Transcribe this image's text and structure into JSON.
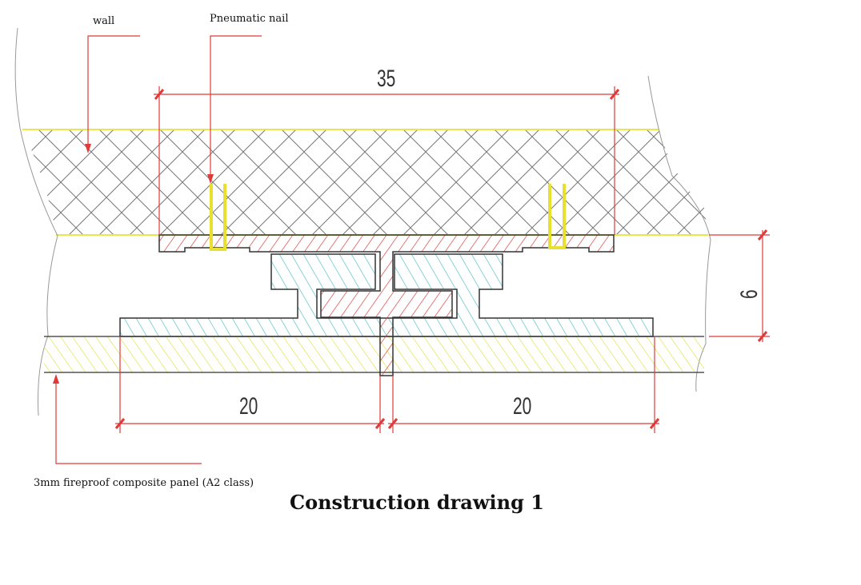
{
  "labels": {
    "wall": "wall",
    "nail": "Pneumatic nail",
    "panel": "3mm fireproof composite panel (A2 class)"
  },
  "title": "Construction drawing 1",
  "dimensions": {
    "top": "35",
    "right": "6",
    "bottom_left": "20",
    "bottom_right": "20"
  },
  "colors": {
    "dimension": "#e03a3a",
    "wall_line": "#e8e84a",
    "profile_hatch": "#d93030",
    "clip_hatch": "#4bbcc0",
    "panel_hatch": "#e6e640",
    "nail": "#e8e030"
  }
}
